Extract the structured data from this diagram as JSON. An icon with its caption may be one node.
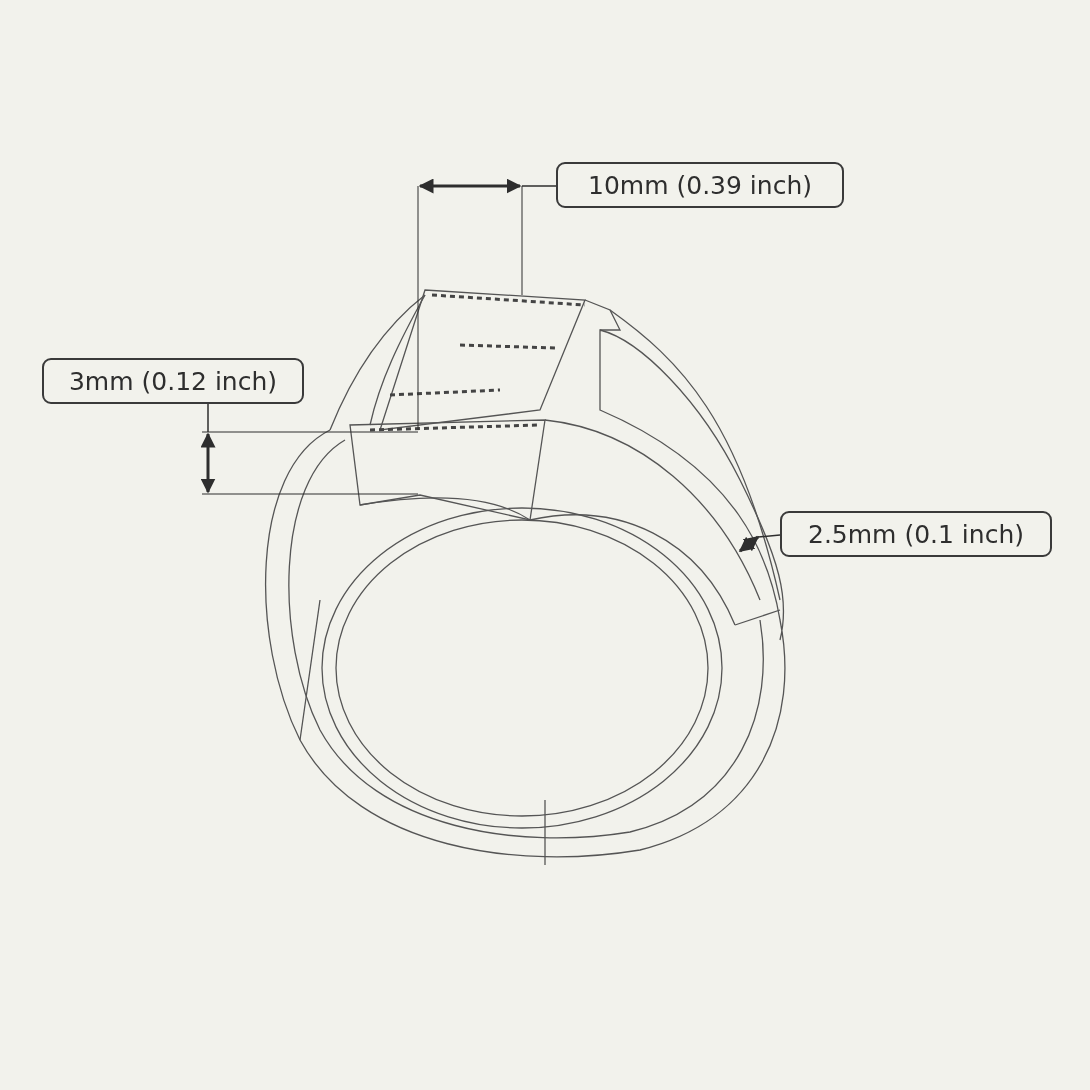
{
  "diagram": {
    "labels": [
      "10mm (0.39 inch)",
      "3mm (0.12 inch)",
      "2.5mm (0.1 inch)"
    ]
  }
}
